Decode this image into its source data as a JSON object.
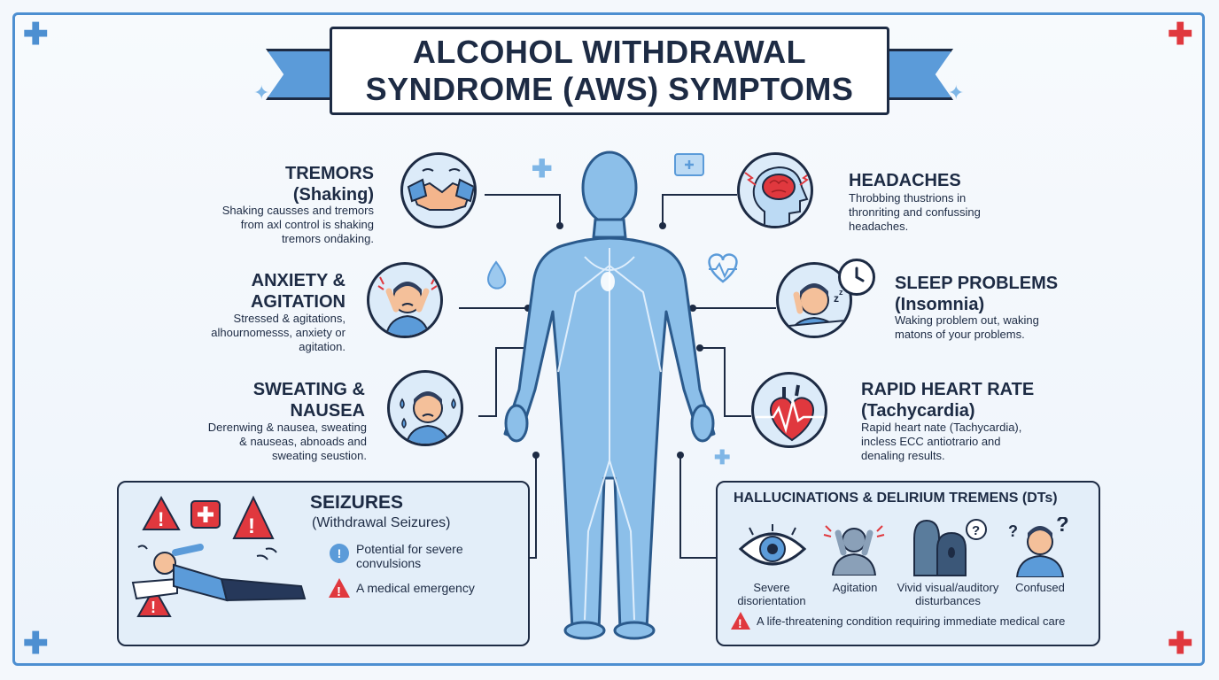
{
  "title": {
    "line1": "ALCOHOL WITHDRAWAL",
    "line2": "SYNDROME (AWS) SYMPTOMS"
  },
  "symptoms_left": [
    {
      "title1": "TREMORS",
      "title2": "(Shaking)",
      "desc": [
        "Shaking causses and tremors",
        "from axl control is shaking",
        "tremors onḋaking."
      ]
    },
    {
      "title1": "ANXIETY &",
      "title2": "AGITATION",
      "desc": [
        "Stressed & agitations,",
        "alhournomesss, anxiety or",
        "agitation."
      ]
    },
    {
      "title1": "SWEATING &",
      "title2": "NAUSEA",
      "desc": [
        "Derenwing & nausea, sweating",
        "& nauseas, abnoads and",
        "sweating seustion."
      ]
    }
  ],
  "symptoms_right": [
    {
      "title1": "HEADACHES",
      "title2": "",
      "desc": [
        "Throbbing thustrions in",
        "thronriting and confussing",
        "headaches."
      ]
    },
    {
      "title1": "SLEEP PROBLEMS",
      "title2": "(Insomnia)",
      "desc": [
        "Waking problem out, waking",
        "matons of your problems."
      ]
    },
    {
      "title1": "RAPID HEART RATE",
      "title2": "(Tachycardia)",
      "desc": [
        "Rapid heart nate (Tachycardia),",
        "incless ECC antiotrario and",
        "denaling results."
      ]
    }
  ],
  "seizures": {
    "title": "SEIZURES",
    "subtitle": "(Withdrawal Seizures)",
    "point1": [
      "Potential for severe",
      "convulsions"
    ],
    "point2": "A medical emergency"
  },
  "dts": {
    "title": "HALLUCINATIONS & DELIRIUM TREMENS (DTs)",
    "items": [
      {
        "label": [
          "Severe",
          "disorientation"
        ],
        "icon": "eye-icon"
      },
      {
        "label": [
          "Agitation"
        ],
        "icon": "agitated-person-icon"
      },
      {
        "label": [
          "Vivid visual/auditory",
          "disturbances"
        ],
        "icon": "shadow-figures-icon"
      },
      {
        "label": [
          "Confused"
        ],
        "icon": "confused-person-icon"
      }
    ],
    "warning": "A life-threatening condition requiring immediate medical care"
  },
  "colors": {
    "accent": "#5b9bd9",
    "dark": "#1d2b44",
    "alert": "#e0383e",
    "body": "#7fb6e6"
  }
}
